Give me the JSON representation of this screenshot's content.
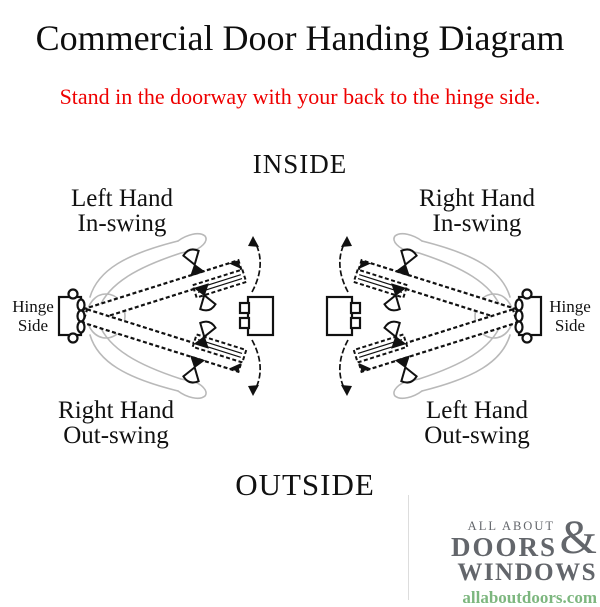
{
  "header": {
    "title": "Commercial Door Handing Diagram",
    "instruction": "Stand in the doorway with your back to the hinge side.",
    "instruction_color": "#ee0000"
  },
  "diagram": {
    "inside_label": "INSIDE",
    "outside_label": "OUTSIDE",
    "left_diagram": {
      "inswing_line1": "Left Hand",
      "inswing_line2": "In-swing",
      "outswing_line1": "Right Hand",
      "outswing_line2": "Out-swing",
      "hinge_line1": "Hinge",
      "hinge_line2": "Side"
    },
    "right_diagram": {
      "inswing_line1": "Right Hand",
      "inswing_line2": "In-swing",
      "outswing_line1": "Left Hand",
      "outswing_line2": "Out-swing",
      "hinge_line1": "Hinge",
      "hinge_line2": "Side"
    },
    "line_color": "#111111",
    "figure_color": "#b9b9b9"
  },
  "logo": {
    "top_line": "ALL ABOUT",
    "ampersand": "&",
    "middle_line": "DOORS",
    "bottom_line": "WINDOWS",
    "website": "allaboutdoors.com",
    "text_color": "#63666b",
    "website_color": "#7db77f"
  }
}
